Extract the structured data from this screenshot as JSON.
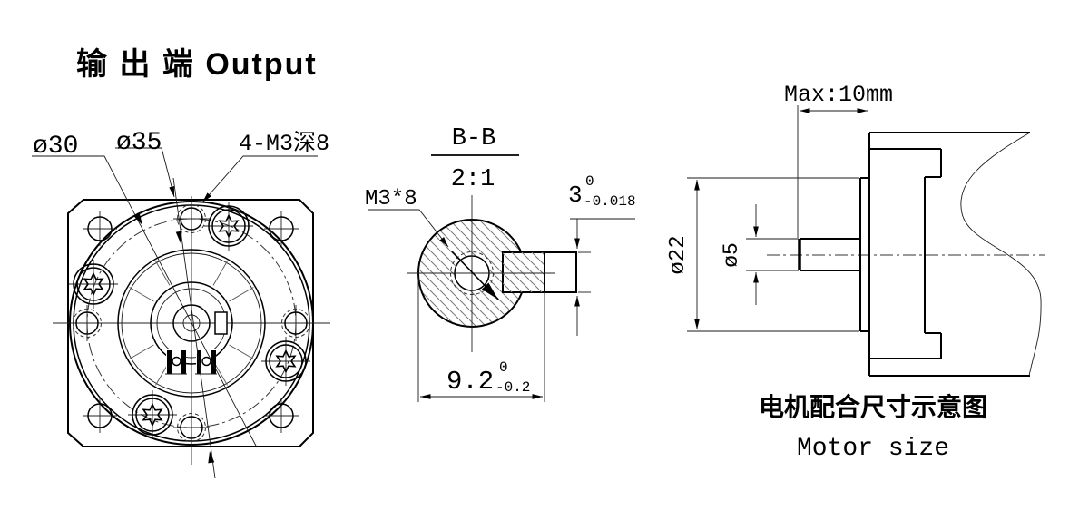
{
  "title": "输 出 端 Output",
  "front_view": {
    "dia30": "ø30",
    "dia35": "ø35",
    "thread_holes": "4-M3深8"
  },
  "section_view": {
    "label": "B-B",
    "scale": "2:1",
    "center_thread": "M3*8",
    "flat_width": {
      "nominal": "9.2",
      "upper": "0",
      "lower": "-0.2"
    },
    "flat_depth": {
      "nominal": "3",
      "upper": "0",
      "lower": "-0.018"
    }
  },
  "side_view": {
    "max_insert": "Max:10mm",
    "pilot_dia": "ø22",
    "shaft_dia": "ø5",
    "caption_zh": "电机配合尺寸示意图",
    "caption_en": "Motor size"
  }
}
